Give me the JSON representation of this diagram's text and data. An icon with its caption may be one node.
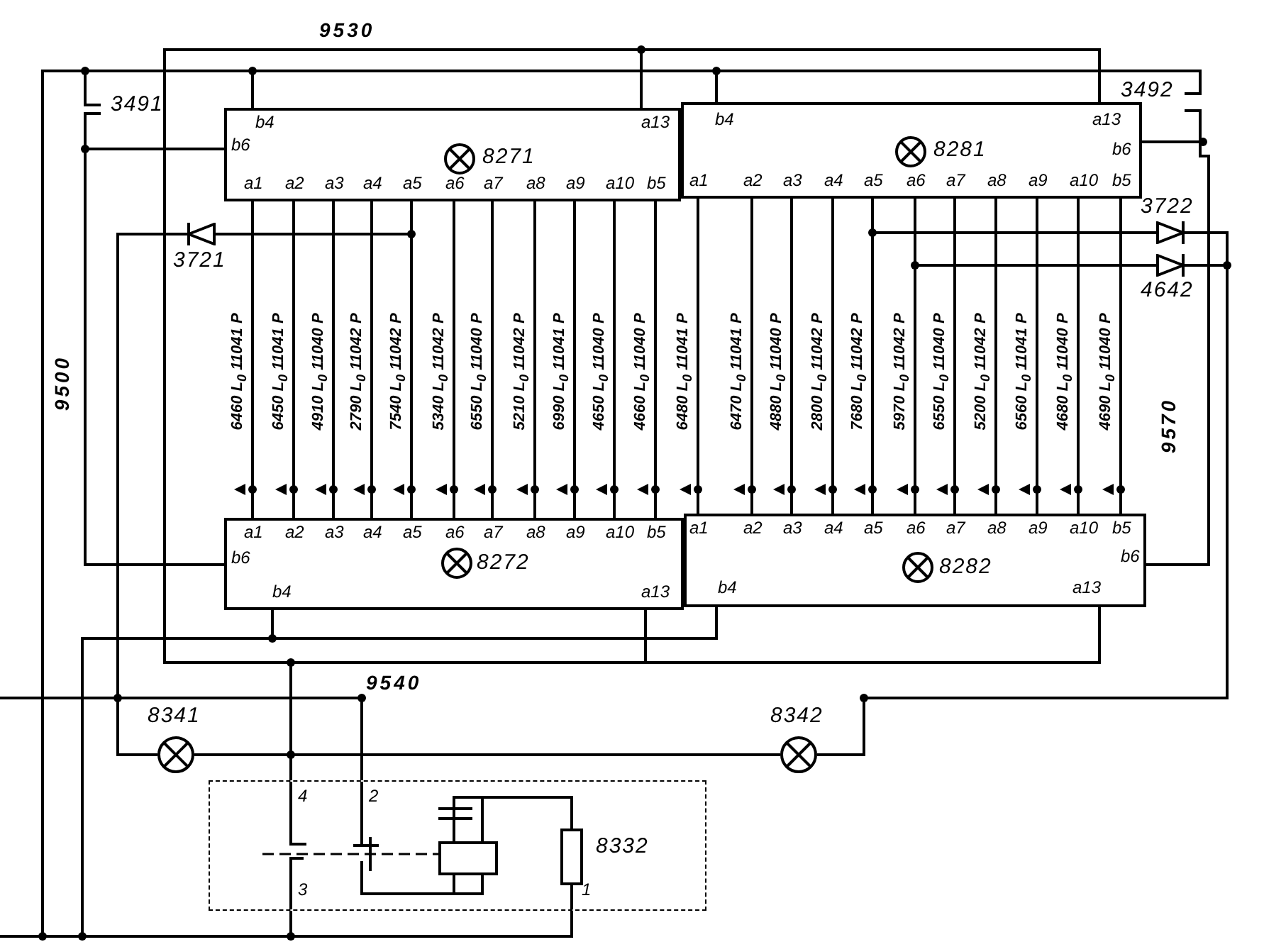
{
  "diagram": {
    "nodes": [
      {
        "text": [
          "b4",
          "a13",
          "b6",
          "8271",
          "a1",
          "a2",
          "a3",
          "a4",
          "a5",
          "a6",
          "a7",
          "a8",
          "a9",
          "a10",
          "b5"
        ]
      },
      {
        "text": [
          "b4",
          "a13",
          "8281",
          "b6",
          "a1",
          "a2",
          "a3",
          "a4",
          "a5",
          "a6",
          "a7",
          "a8",
          "a9",
          "a10",
          "b5"
        ]
      },
      {
        "text": [
          "a1",
          "a2",
          "a3",
          "a4",
          "a5",
          "a6",
          "a7",
          "a8",
          "a9",
          "a10",
          "b5",
          "b6",
          "8272",
          "b4",
          "a13"
        ]
      },
      {
        "text": [
          "a1",
          "a2",
          "a3",
          "a4",
          "a5",
          "a6",
          "a7",
          "a8",
          "a9",
          "a10",
          "b5",
          "8282",
          "b6",
          "b4",
          "a13"
        ]
      },
      {
        "text": [
          "3491"
        ]
      },
      {
        "text": [
          "3492"
        ]
      },
      {
        "text": [
          "3721"
        ]
      },
      {
        "text": [
          "3722"
        ]
      },
      {
        "text": [
          "4642"
        ]
      },
      {
        "text": [
          "8341"
        ]
      },
      {
        "text": [
          "8342"
        ]
      },
      {
        "text": [
          "4",
          "2",
          "8332",
          "3",
          "1"
        ]
      }
    ],
    "edges": [
      {
        "from": 0,
        "to": 2,
        "arrow": "none",
        "label": "6460 L$_{0}$ 11041 P"
      },
      {
        "from": 0,
        "to": 2,
        "arrow": "none",
        "label": "6450 L$_{0}$ 11041 P"
      },
      {
        "from": 0,
        "to": 2,
        "arrow": "none",
        "label": "4910 L$_{0}$ 11040 P"
      },
      {
        "from": 0,
        "to": 2,
        "arrow": "none",
        "label": "2790 L$_{0}$ 11042 P"
      },
      {
        "from": 0,
        "to": 2,
        "arrow": "none",
        "label": "7540 L$_{0}$ 11042 P"
      },
      {
        "from": 0,
        "to": 2,
        "arrow": "none",
        "label": "5340 L$_{0}$ 11042 P"
      },
      {
        "from": 0,
        "to": 2,
        "arrow": "none",
        "label": "6550 L$_{0}$ 11040 P"
      },
      {
        "from": 0,
        "to": 2,
        "arrow": "none",
        "label": "5210 L$_{0}$ 11042 P"
      },
      {
        "from": 0,
        "to": 2,
        "arrow": "none",
        "label": "6990 L$_{0}$ 11041 P"
      },
      {
        "from": 0,
        "to": 2,
        "arrow": "none",
        "label": "4650 L$_{0}$ 11040 P"
      },
      {
        "from": 0,
        "to": 2,
        "arrow": "none",
        "label": "4660 L$_{0}$ 11040 P"
      },
      {
        "from": 1,
        "to": 3,
        "arrow": "none",
        "label": "6480 L$_{0}$ 11041 P"
      },
      {
        "from": 1,
        "to": 3,
        "arrow": "none",
        "label": "6470 L$_{0}$ 11041 P"
      },
      {
        "from": 1,
        "to": 3,
        "arrow": "none",
        "label": "4880 L$_{0}$ 11040 P"
      },
      {
        "from": 1,
        "to": 3,
        "arrow": "none",
        "label": "2800 L$_{0}$ 11042 P"
      },
      {
        "from": 1,
        "to": 3,
        "arrow": "none",
        "label": "7680 L$_{0}$ 11042 P"
      },
      {
        "from": 1,
        "to": 3,
        "arrow": "none",
        "label": "5970 L$_{0}$ 11042 P"
      },
      {
        "from": 1,
        "to": 3,
        "arrow": "none",
        "label": "6550 L$_{0}$ 11040 P"
      },
      {
        "from": 1,
        "to": 3,
        "arrow": "none",
        "label": "5200 L$_{0}$ 11042 P"
      },
      {
        "from": 1,
        "to": 3,
        "arrow": "none",
        "label": "6560 L$_{0}$ 11041 P"
      },
      {
        "from": 1,
        "to": 3,
        "arrow": "none",
        "label": "4680 L$_{0}$ 11040 P"
      },
      {
        "from": 1,
        "to": 3,
        "arrow": "none",
        "label": "4690 L$_{0}$ 11040 P"
      },
      {
        "from": 0,
        "to": 1,
        "arrow": "none"
      },
      {
        "from": 0,
        "to": 1,
        "arrow": "none"
      },
      {
        "from": 4,
        "to": 0,
        "arrow": "none"
      },
      {
        "from": 4,
        "to": 0,
        "arrow": "none"
      },
      {
        "from": 4,
        "to": 2,
        "arrow": "none"
      },
      {
        "from": 5,
        "to": 1,
        "arrow": "none"
      },
      {
        "from": 5,
        "to": 1,
        "arrow": "none"
      },
      {
        "from": 5,
        "to": 3,
        "arrow": "none"
      },
      {
        "from": 0,
        "to": 2,
        "arrow": "none"
      },
      {
        "from": 2,
        "to": 3,
        "arrow": "none"
      },
      {
        "from": 2,
        "to": 3,
        "arrow": "none"
      },
      {
        "from": 0,
        "to": 6,
        "arrow": "none"
      },
      {
        "from": 6,
        "to": 9,
        "arrow": "none"
      },
      {
        "from": 1,
        "to": 7,
        "arrow": "none"
      },
      {
        "from": 1,
        "to": 8,
        "arrow": "none"
      },
      {
        "from": 7,
        "to": 10,
        "arrow": "none"
      },
      {
        "from": 8,
        "to": 10,
        "arrow": "none"
      },
      {
        "from": 9,
        "to": 11,
        "arrow": "none"
      },
      {
        "from": 9,
        "to": 11,
        "arrow": "none"
      },
      {
        "from": 10,
        "to": 11,
        "arrow": "none"
      },
      {
        "from": 2,
        "to": 11,
        "arrow": "none"
      },
      {
        "from": 4,
        "to": 11,
        "arrow": "none"
      },
      {
        "from": null,
        "to": 11,
        "arrow": "none"
      },
      {
        "from": null,
        "to": 9,
        "arrow": "none"
      },
      {
        "from": 2,
        "to": 11,
        "arrow": "none"
      }
    ],
    "labels": [
      "9530",
      "9500",
      "9570",
      "9540"
    ]
  }
}
